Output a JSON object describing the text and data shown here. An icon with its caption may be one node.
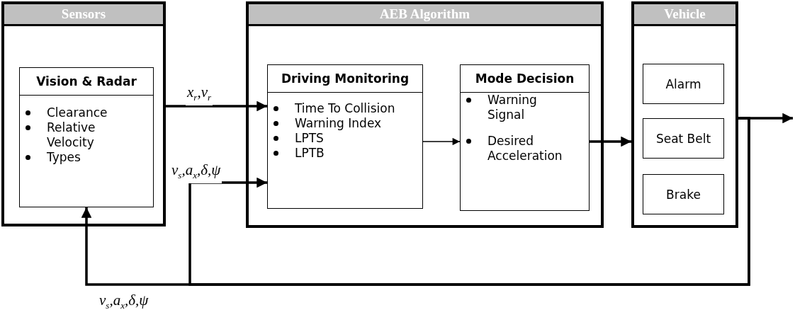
{
  "diagram": {
    "nodes": [
      {
        "text": [
          "Sensors"
        ]
      },
      {
        "text": [
          "Vision & Radar",
          "Clearance",
          "Relative Velocity",
          "Types"
        ],
        "in": 0
      },
      {
        "text": [
          "AEB Algorithm"
        ]
      },
      {
        "text": [
          "Driving Monitoring",
          "Time To Collision",
          "Warning Index",
          "LPTS",
          "LPTB"
        ],
        "in": 2
      },
      {
        "text": [
          "Mode Decision",
          "Warning Signal",
          "Desired Acceleration"
        ],
        "in": 2
      },
      {
        "text": [
          "Vehicle"
        ]
      },
      {
        "text": [
          "Alarm"
        ],
        "in": 5
      },
      {
        "text": [
          "Seat Belt"
        ],
        "in": 5
      },
      {
        "text": [
          "Brake"
        ],
        "in": 5
      }
    ],
    "edges": [
      {
        "from": 0,
        "to": 3,
        "arrow": "to",
        "label": "x$_{r}$,v$_{r}$"
      },
      {
        "from": 3,
        "to": 4,
        "arrow": "to"
      },
      {
        "from": 4,
        "to": 5,
        "arrow": "to"
      },
      {
        "from": 5,
        "to": null,
        "arrow": "to"
      },
      {
        "from": 5,
        "to": 1,
        "arrow": "to",
        "label": "v$_{s}$,a$_{x}$,δ,ψ"
      },
      {
        "from": 5,
        "to": 3,
        "arrow": "to",
        "label": "v$_{s}$,a$_{x}$,δ,ψ"
      }
    ]
  }
}
